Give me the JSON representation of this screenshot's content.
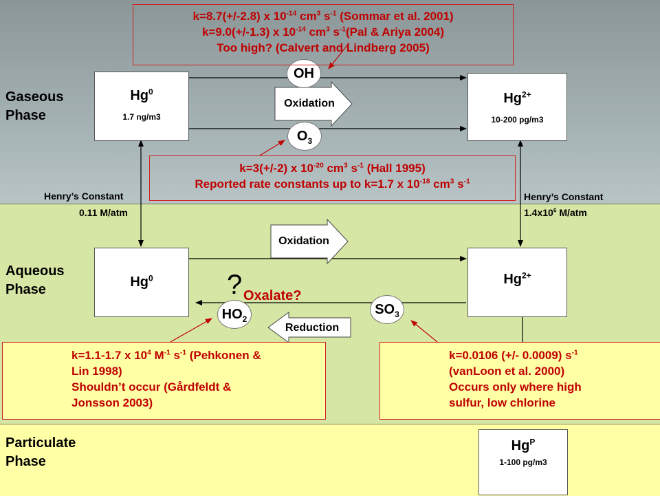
{
  "phases": {
    "gas": [
      "Gaseous",
      "Phase"
    ],
    "aqueous": [
      "Aqueous",
      "Phase"
    ],
    "particulate": [
      "Particulate",
      "Phase"
    ]
  },
  "species": {
    "gas_hg0": {
      "base": "Hg",
      "sup": "0",
      "conc": "1.7 ng/m3"
    },
    "gas_hg2": {
      "base": "Hg",
      "sup": "2+",
      "conc": "10-200 pg/m3"
    },
    "aq_hg0": {
      "base": "Hg",
      "sup": "0"
    },
    "aq_hg2": {
      "base": "Hg",
      "sup": "2+"
    },
    "part_hgp": {
      "base": "Hg",
      "sup": "P",
      "conc": "1-100 pg/m3"
    }
  },
  "oxidants": {
    "oh": {
      "text": "OH"
    },
    "o3": {
      "base": "O",
      "sub": "3"
    },
    "ho2": {
      "base": "HO",
      "sub": "2"
    },
    "so3": {
      "base": "SO",
      "sub": "3"
    }
  },
  "process_labels": {
    "gas_oxidation": "Oxidation",
    "aq_oxidation": "Oxidation",
    "aq_reduction": "Reduction"
  },
  "henry": {
    "left": {
      "title": "Henry’s Constant",
      "value": "0.11 M/atm"
    },
    "right": {
      "title": "Henry’s Constant",
      "value_base": "1.4x10",
      "value_sup": "6",
      "value_tail": " M/atm"
    }
  },
  "oxalate": {
    "question": "?",
    "text": "Oxalate?"
  },
  "rate_notes": {
    "oh_box": {
      "line1": {
        "a": "k=8.7(+/-2.8) x 10",
        "sup1": "-14",
        "b": " cm",
        "sup2": "3",
        "c": " s",
        "sup3": "-1",
        "d": " (Sommar et al. 2001)"
      },
      "line2": {
        "a": "k=9.0(+/-1.3) x 10",
        "sup1": "-14",
        "b": " cm",
        "sup2": "3",
        "c": " s",
        "sup3": "-1",
        "d": "(Pal & Ariya 2004)"
      },
      "line3": "Too high? (Calvert and Lindberg 2005)"
    },
    "o3_box": {
      "line1": {
        "a": "k=3(+/-2) x 10",
        "sup1": "-20",
        "b": " cm",
        "sup2": "3",
        "c": " s",
        "sup3": "-1",
        "d": " (Hall 1995)"
      },
      "line2": {
        "a": "Reported rate constants up to k=1.7 x 10",
        "sup1": "-18",
        "b": " cm",
        "sup2": "3",
        "c": " s",
        "sup3": "-1",
        "d": ""
      }
    },
    "ho2_box": {
      "line1": {
        "a": "k=1.1-1.7 x 10",
        "sup1": "4",
        "b": " M",
        "sup2": "-1",
        "c": " s",
        "sup3": "-1",
        "d": " (Pehkonen &"
      },
      "line2": "Lin 1998)",
      "line3": "Shouldn’t occur (Gårdfeldt &",
      "line4": "Jonsson 2003)"
    },
    "so3_box": {
      "line1": {
        "a": "k=0.0106 (+/- 0.0009) s",
        "sup1": "-1"
      },
      "line2": "(vanLoon et al. 2000)",
      "line3": "Occurs only where high",
      "line4": "sulfur, low chlorine"
    }
  },
  "colors": {
    "note_text": "#c00000",
    "note_border": "#d02020",
    "gas_band": "#a9b6b8",
    "aq_band": "#d6e6a4",
    "part_band": "#ffffa6"
  }
}
